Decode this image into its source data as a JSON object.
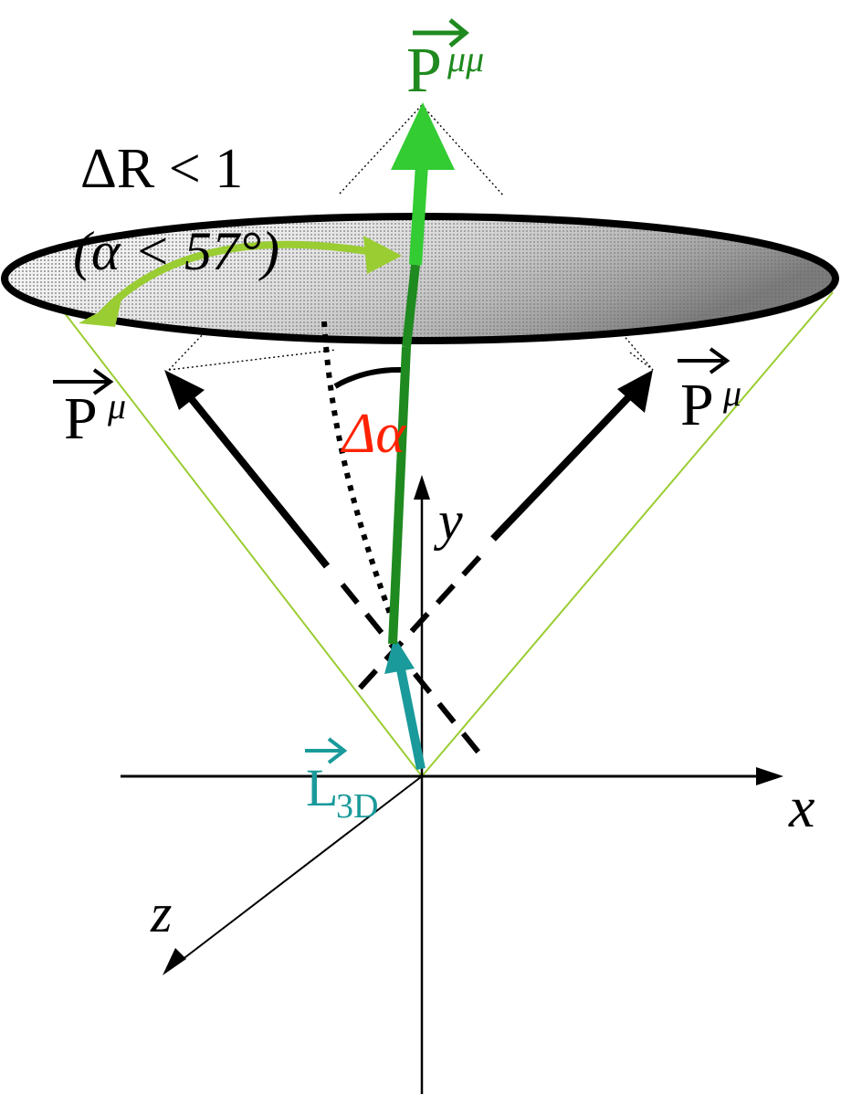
{
  "labels": {
    "p_mumu_symbol": "P",
    "p_mumu_subscript": "μμ",
    "delta_r_cut": "ΔR < 1",
    "alpha_cut": "(α < 57°)",
    "p_mu_left_symbol": "P",
    "p_mu_left_subscript": "μ",
    "p_mu_right_symbol": "P",
    "p_mu_right_subscript": "μ",
    "delta_alpha": "Δα",
    "axis_y": "y",
    "axis_x": "x",
    "axis_z": "z",
    "l3d_symbol": "L",
    "l3d_subscript": "3D"
  },
  "colors": {
    "dimuon_momentum": "#1f8a1f",
    "dimuon_momentum_light": "#33cc33",
    "cone_edge": "#9acd32",
    "alpha_arc": "#9acd32",
    "decay_length": "#1a9a9a",
    "delta_alpha": "#ff2200",
    "black": "#000000"
  }
}
